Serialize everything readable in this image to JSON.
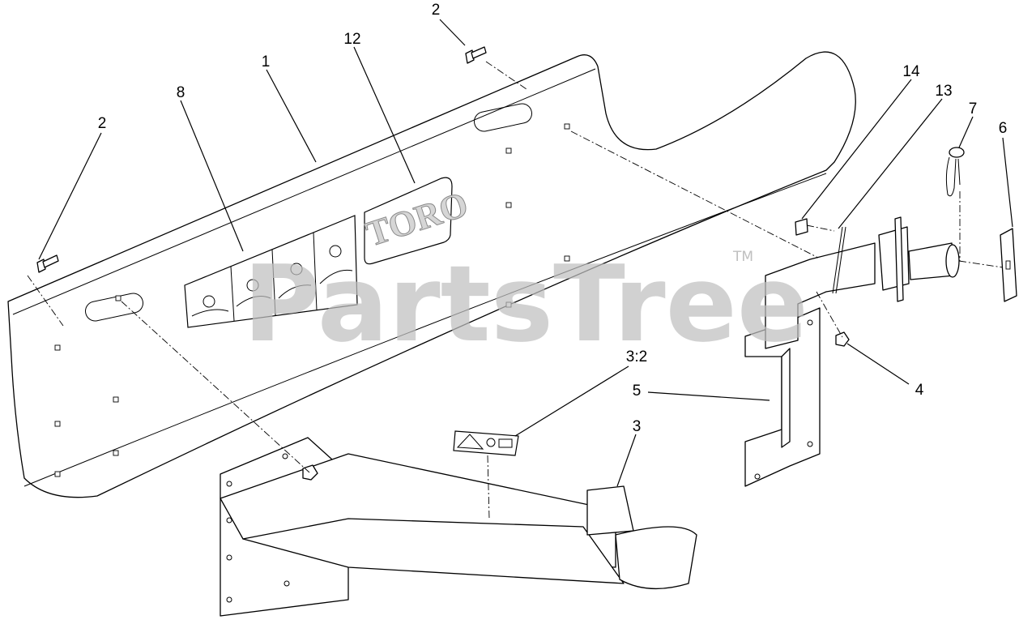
{
  "diagram": {
    "watermark": "PartsTree",
    "watermark_tm": "TM",
    "brand_logo_text": "TORO",
    "callouts": [
      "1",
      "2",
      "2",
      "3",
      "3:2",
      "4",
      "5",
      "6",
      "7",
      "8",
      "12",
      "13",
      "14"
    ]
  }
}
